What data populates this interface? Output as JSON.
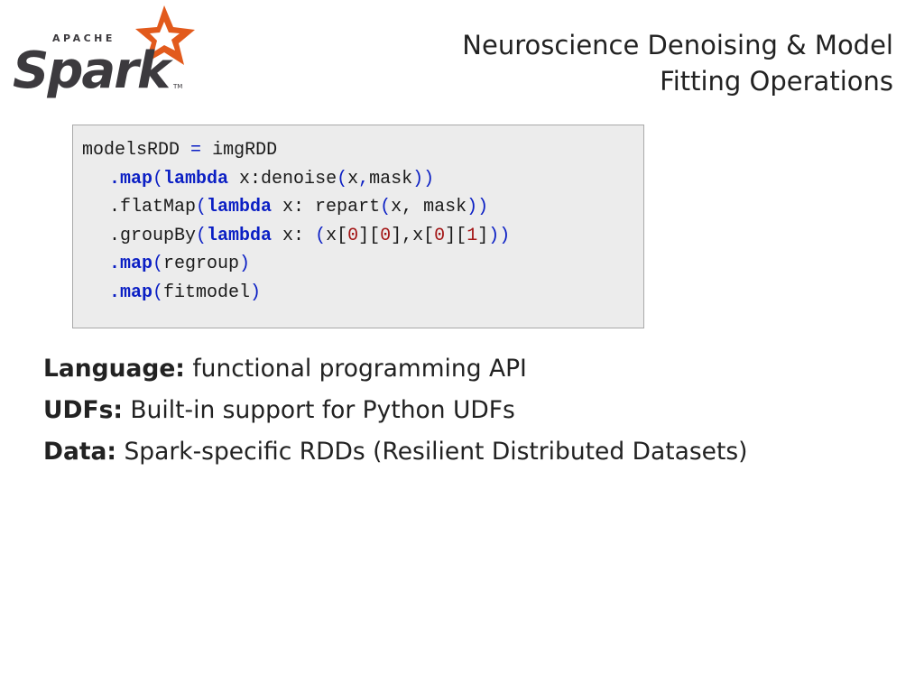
{
  "logo": {
    "top_text": "APACHE",
    "main_text": "Spark",
    "tm": "TM",
    "star_color": "#e25a1c",
    "text_color": "#3c3a3e"
  },
  "title": {
    "line1": "Neuroscience Denoising & Model",
    "line2": "Fitting Operations"
  },
  "code": {
    "l1_var": "modelsRDD",
    "l1_eq": "=",
    "l1_val": "imgRDD",
    "l2_method": ".map",
    "l2_paren": "(",
    "l2_kw": "lambda",
    "l2_args": " x:denoise",
    "l2_p2": "(",
    "l2_x": "x",
    "l2_comma": ",",
    "l2_mask": "mask",
    "l2_close": "))",
    "l3_method": ".flatMap",
    "l3_paren": "(",
    "l3_kw": "lambda",
    "l3_args": " x: repart",
    "l3_p2": "(",
    "l3_rest": "x, mask",
    "l3_close": "))",
    "l4_method": ".groupBy",
    "l4_paren": "(",
    "l4_kw": "lambda",
    "l4_args": " x: ",
    "l4_p2": "(",
    "l4_x1": "x[",
    "l4_n1": "0",
    "l4_b1": "][",
    "l4_n2": "0",
    "l4_b2": "],x[",
    "l4_n3": "0",
    "l4_b3": "][",
    "l4_n4": "1",
    "l4_b4": "]",
    "l4_close": "))",
    "l5_method": ".map",
    "l5_paren": "(",
    "l5_arg": "regroup",
    "l5_close": ")",
    "l6_method": ".map",
    "l6_paren": "(",
    "l6_arg": "fitmodel",
    "l6_close": ")"
  },
  "bullets": [
    {
      "label": "Language:",
      "text": " functional programming API"
    },
    {
      "label": "UDFs:",
      "text": " Built-in support for Python UDFs"
    },
    {
      "label": "Data:",
      "text": " Spark-specific RDDs (Resilient Distributed Datasets)"
    }
  ]
}
